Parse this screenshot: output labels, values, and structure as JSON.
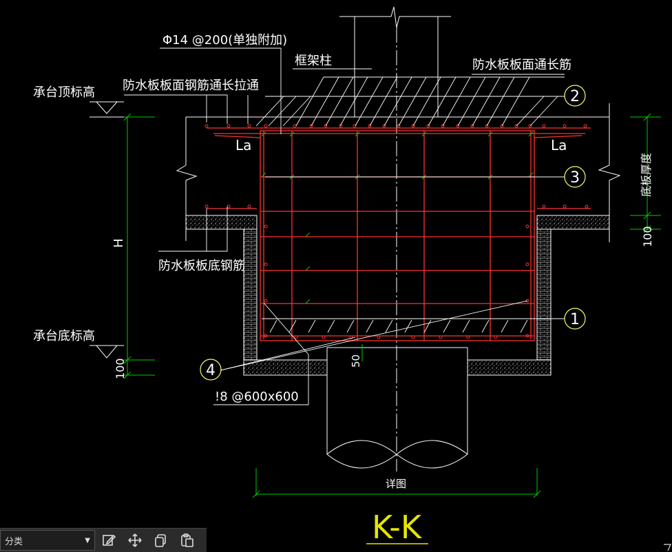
{
  "drawing": {
    "title": "K-K",
    "labels": {
      "rebar_top_add": "Φ14 @200(单独附加)",
      "frame_column": "框架柱",
      "slab_top_long": "防水板板面通长筋",
      "slab_top_pull": "防水板板面钢筋通长拉通",
      "cap_top_elev": "承台顶标高",
      "cap_bottom_elev": "承台底标高",
      "slab_bottom_rebar": "防水板板底钢筋",
      "slab_thickness": "底板厚度",
      "la_left": "La",
      "la_right": "La",
      "dim_h": "H",
      "dim_100_left": "100",
      "dim_100_right": "100",
      "dim_50": "50",
      "spacing": "!8 @600x600",
      "detail": "详图"
    },
    "callouts": [
      "1",
      "2",
      "3",
      "4"
    ],
    "colors": {
      "line": "#ffffff",
      "rebar": "#ff3333",
      "dim": "#00cc00",
      "callout": "#ffff66",
      "title": "#e6e600"
    }
  },
  "toolbar": {
    "dropdown_value": "分类",
    "buttons": [
      {
        "name": "edit-icon"
      },
      {
        "name": "move-icon"
      },
      {
        "name": "copy-icon"
      },
      {
        "name": "paste-icon"
      }
    ]
  }
}
